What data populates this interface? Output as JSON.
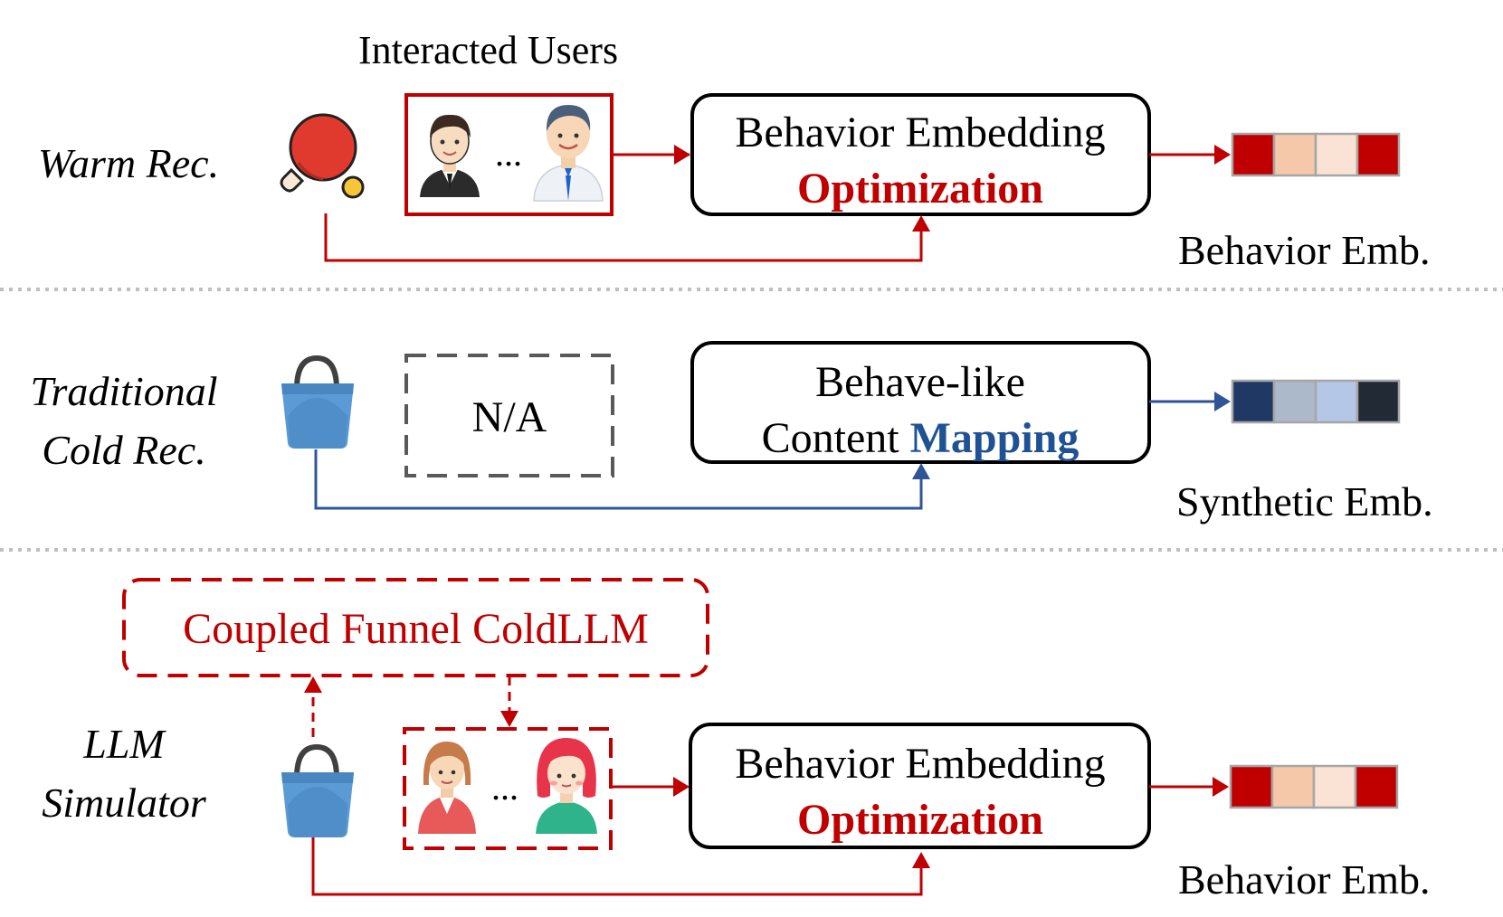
{
  "rows": {
    "warm": {
      "label_line1": "Warm Rec.",
      "users_caption": "Interacted Users",
      "ellipsis": "...",
      "box_line1": "Behavior Embedding",
      "box_line2": "Optimization",
      "embedding_label": "Behavior Emb.",
      "embedding_colors": [
        "#c00000",
        "#f4c8a8",
        "#fae3d4",
        "#c00000"
      ],
      "item_icon": "ping-pong-paddle-icon"
    },
    "traditional": {
      "label_line1": "Traditional",
      "label_line2": "Cold Rec.",
      "placeholder": "N/A",
      "box_line1": "Behave-like",
      "box_line2_prefix": "Content ",
      "box_line2_bold": "Mapping",
      "embedding_label": "Synthetic Emb.",
      "embedding_colors": [
        "#1f3864",
        "#acb9ca",
        "#b4c7e7",
        "#222a35"
      ],
      "item_icon": "shopping-bag-icon"
    },
    "llm": {
      "label_line1": "LLM",
      "label_line2": "Simulator",
      "simulator_box": "Coupled Funnel ColdLLM",
      "ellipsis": "...",
      "box_line1": "Behavior Embedding",
      "box_line2": "Optimization",
      "embedding_label": "Behavior Emb.",
      "embedding_colors": [
        "#c00000",
        "#f4c8a8",
        "#fae3d4",
        "#c00000"
      ],
      "item_icon": "shopping-bag-icon"
    }
  },
  "colors": {
    "red": "#c00000",
    "blue": "#2f5597",
    "gray_dash": "#595959",
    "divider": "#bfbfbf"
  }
}
